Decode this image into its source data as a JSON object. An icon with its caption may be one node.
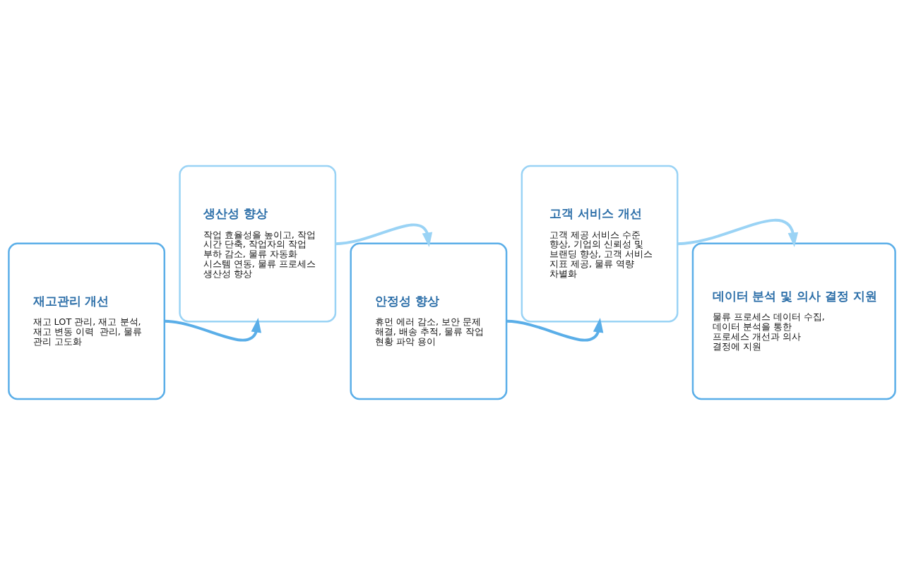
{
  "diagram": {
    "nodes": [
      {
        "text": [
          "재고관리 개선",
          "재고 LOT 관리, 재고 분석, 재고 변동 이력  관리, 물류 관리 고도화"
        ]
      },
      {
        "text": [
          "생산성 향상",
          "작업 효율성을 높이고, 작업 시간 단축, 작업자의 작업 부하 감소, 물류 자동화 시스템 연동, 물류 프로세스 생산성 향상"
        ]
      },
      {
        "text": [
          "안정성 향상",
          "휴먼 에러 감소, 보안 문제 해결, 배송 추적, 물류 작업 현황 파악 용이"
        ]
      },
      {
        "text": [
          "고객 서비스 개선",
          "고객 제공 서비스 수준 향상, 기업의 신뢰성 및 브랜딩 향상, 고객 서비스 지표 제공, 물류 역량 차별화"
        ]
      },
      {
        "text": [
          "데이터 분석 및 의사 결정 지원",
          "물류 프로세스 데이터 수집, 데이터 분석을 통한 프로세스 개선과 의사 결정에 지원"
        ]
      }
    ],
    "edges": [
      {
        "from": 0,
        "to": 1,
        "arrow": "to",
        "color": "#5aaee8"
      },
      {
        "from": 1,
        "to": 2,
        "arrow": "to",
        "color": "#9ad3f5"
      },
      {
        "from": 2,
        "to": 3,
        "arrow": "to",
        "color": "#5aaee8"
      },
      {
        "from": 3,
        "to": 4,
        "arrow": "to",
        "color": "#9ad3f5"
      }
    ]
  }
}
